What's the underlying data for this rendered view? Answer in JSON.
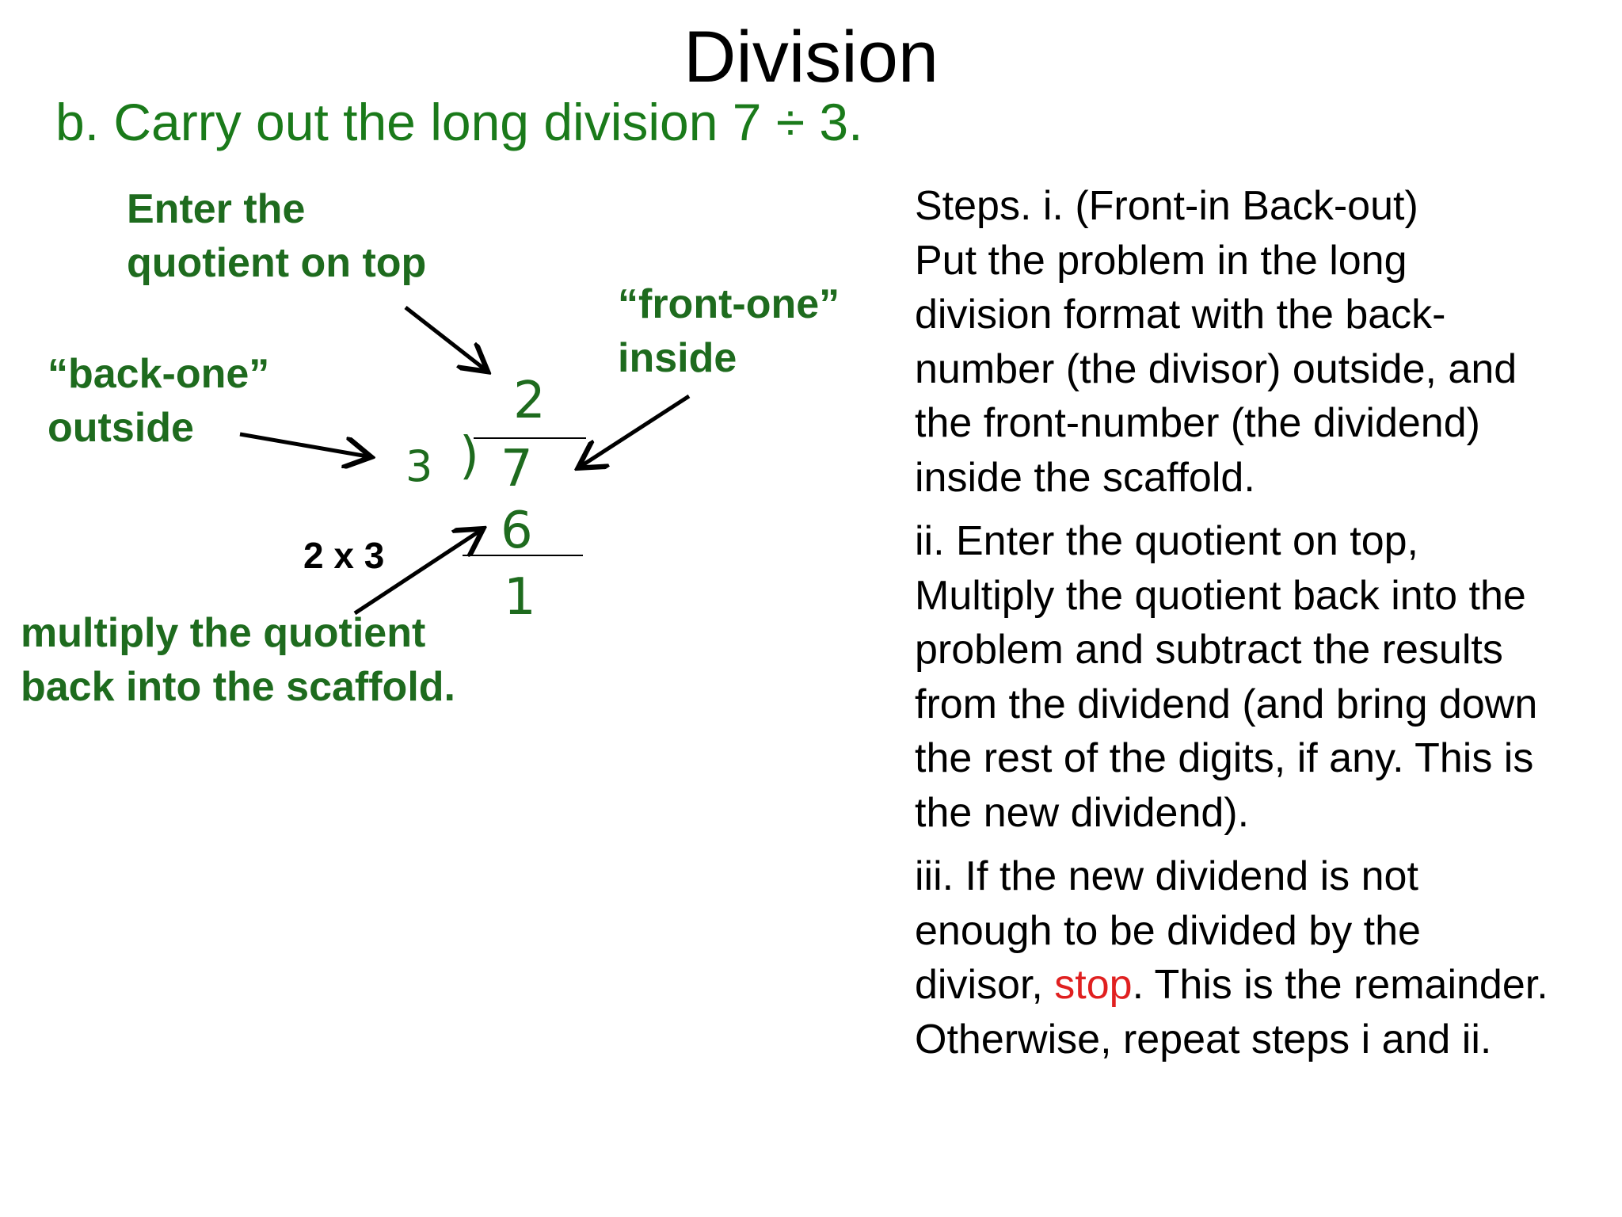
{
  "slide": {
    "title": "Division",
    "subtitle": "b. Carry out the long division 7 ÷ 3."
  },
  "annotations": {
    "quotient_top": [
      "Enter the",
      "quotient on top"
    ],
    "front_one": [
      "“front-one”",
      "inside"
    ],
    "back_one": [
      "“back-one”",
      "outside"
    ],
    "multiply": [
      "multiply the quotient",
      "back into the scaffold."
    ],
    "calc_note": "2 x 3"
  },
  "long_division": {
    "divisor": "3",
    "bracket": ")",
    "dividend": "7",
    "quotient": "2",
    "product": "6",
    "remainder": "1"
  },
  "steps": {
    "step_i": [
      "Steps. i.  (Front-in Back-out)",
      "Put the problem in the long",
      "division format with the back-",
      "number (the divisor) outside, and",
      "the front-number (the dividend)",
      "inside the scaffold."
    ],
    "step_ii": [
      "ii. Enter the quotient on top,",
      "Multiply the quotient back into the",
      "problem and subtract the results",
      "from the dividend (and bring down",
      "the rest of the digits, if any. This is",
      "the new dividend)."
    ],
    "step_iii": {
      "line1": "iii. If the new dividend is not",
      "line2": "enough to be divided by the",
      "line3_before": "divisor, ",
      "line3_highlight": "stop",
      "line3_after": ". This is the remainder.",
      "line4": "Otherwise, repeat steps i and ii."
    }
  },
  "colors": {
    "green": "#1e6b1e",
    "subtitle_green": "#1a7a1a",
    "highlight_red": "#e02020"
  }
}
